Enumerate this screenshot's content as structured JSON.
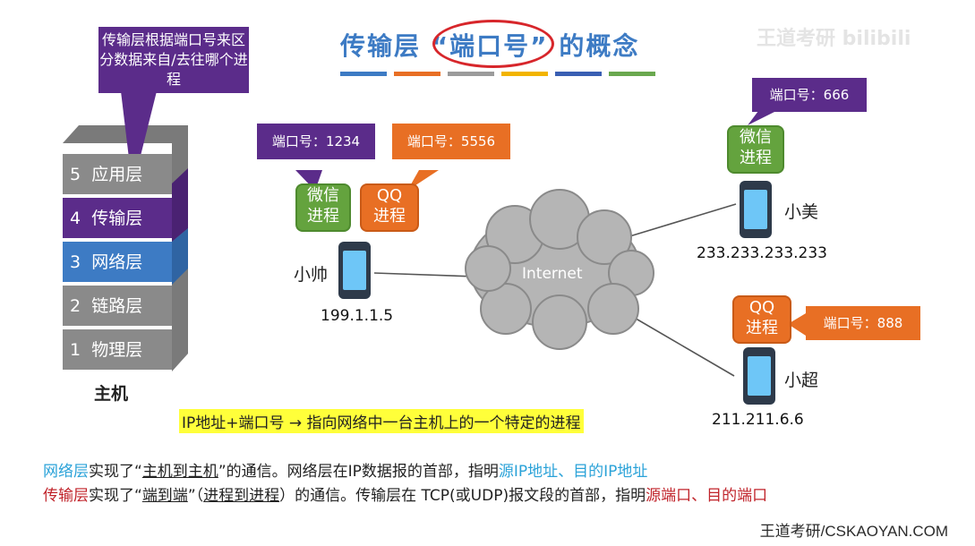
{
  "title": {
    "prefix": "传输层",
    "highlight": "“端口号”",
    "suffix": "的概念"
  },
  "title_bar_colors": [
    "#3d7bc4",
    "#e86f24",
    "#9b9b9b",
    "#f2b400",
    "#3a5fb3",
    "#6aa84f"
  ],
  "watermark": "王道考研 bilibili",
  "host_callout": "传输层根据端口号来区分数据来自/去往哪个进程",
  "layers": [
    {
      "num": "5",
      "name": "应用层",
      "color": "#8a8a8a"
    },
    {
      "num": "4",
      "name": "传输层",
      "color": "#5b2c8a"
    },
    {
      "num": "3",
      "name": "网络层",
      "color": "#3d7bc4"
    },
    {
      "num": "2",
      "name": "链路层",
      "color": "#8a8a8a"
    },
    {
      "num": "1",
      "name": "物理层",
      "color": "#8a8a8a"
    }
  ],
  "host_label": "主机",
  "cloud_label": "Internet",
  "left_host": {
    "name": "小帅",
    "ip": "199.1.1.5",
    "wechat": {
      "process": "微信\n进程",
      "port": "端口号：1234"
    },
    "qq": {
      "process": "QQ\n进程",
      "port": "端口号：5556"
    }
  },
  "top_right_host": {
    "name": "小美",
    "ip": "233.233.233.233",
    "wechat": {
      "process": "微信\n进程",
      "port": "端口号：666"
    }
  },
  "bottom_right_host": {
    "name": "小超",
    "ip": "211.211.6.6",
    "qq": {
      "process": "QQ\n进程",
      "port": "端口号：888"
    }
  },
  "highlight_line": "IP地址+端口号 → 指向网络中一台主机上的一个特定的进程",
  "network_line": {
    "a": "网络层",
    "b": "实现了“",
    "c": "主机到主机",
    "d": "”的通信。网络层在IP数据报的首部，指明",
    "e": "源IP地址、目的IP地址"
  },
  "transport_line": {
    "a": "传输层",
    "b": "实现了“",
    "c": "端到端",
    "d": "”（",
    "e": "进程到进程",
    "f": "）的通信。传输层在 TCP(或UDP)报文段的首部，指明",
    "g": "源端口、目的端口"
  },
  "footer": "王道考研/CSKAOYAN.COM"
}
